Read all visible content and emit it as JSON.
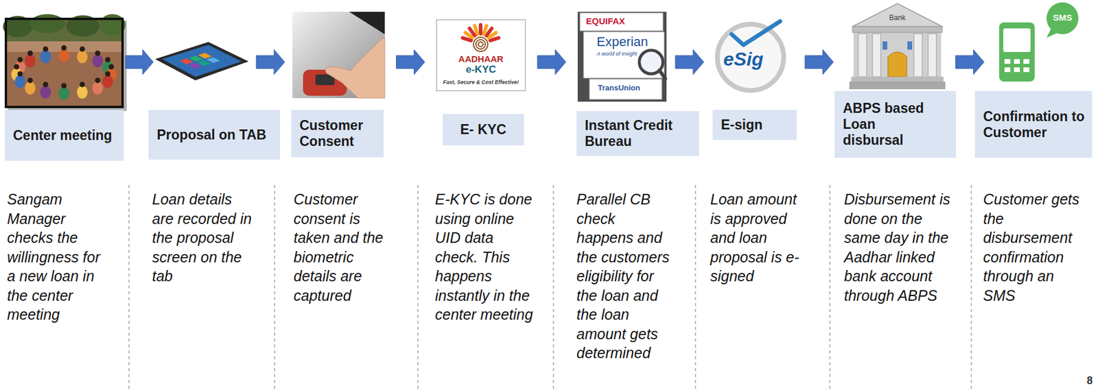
{
  "diagram": {
    "nodes": [
      {
        "text": [
          "Center meeting",
          "Sangam Manager checks the willingness for a new loan in the center meeting"
        ]
      },
      {
        "text": [
          "Proposal on TAB",
          "Loan details are recorded in the proposal screen on the tab"
        ]
      },
      {
        "text": [
          "Customer Consent",
          "Customer consent is taken and the biometric details are captured"
        ]
      },
      {
        "text": [
          "E- KYC",
          "E-KYC is done using online UID data check. This happens instantly in the center meeting"
        ]
      },
      {
        "text": [
          "Instant Credit Bureau",
          "Parallel CB check happens and the customers eligibility for the loan and the loan amount gets determined"
        ]
      },
      {
        "text": [
          "E-sign",
          "Loan amount is approved and loan proposal is e-signed"
        ]
      },
      {
        "text": [
          "ABPS based Loan disbursal",
          "Disbursement is done on the same day in the Aadhar linked bank account through ABPS"
        ]
      },
      {
        "text": [
          "Confirmation to Customer",
          "Customer gets the disbursement confirmation through an SMS"
        ]
      }
    ],
    "edges": [
      {
        "from": 0,
        "to": 1,
        "arrow": "to"
      },
      {
        "from": 1,
        "to": 2,
        "arrow": "to"
      },
      {
        "from": 2,
        "to": 3,
        "arrow": "to"
      },
      {
        "from": 3,
        "to": 4,
        "arrow": "to"
      },
      {
        "from": 4,
        "to": 5,
        "arrow": "to"
      },
      {
        "from": 5,
        "to": 6,
        "arrow": "to"
      },
      {
        "from": 6,
        "to": 7,
        "arrow": "to"
      }
    ],
    "labels": [
      "AADHAAR",
      "e-KYC",
      "Fast, Secure & Cost Effective!",
      "EQUIFAX",
      "Experian",
      "A world of insight",
      "TransUnion",
      "eSig",
      "Bank",
      "SMS",
      "8"
    ]
  }
}
